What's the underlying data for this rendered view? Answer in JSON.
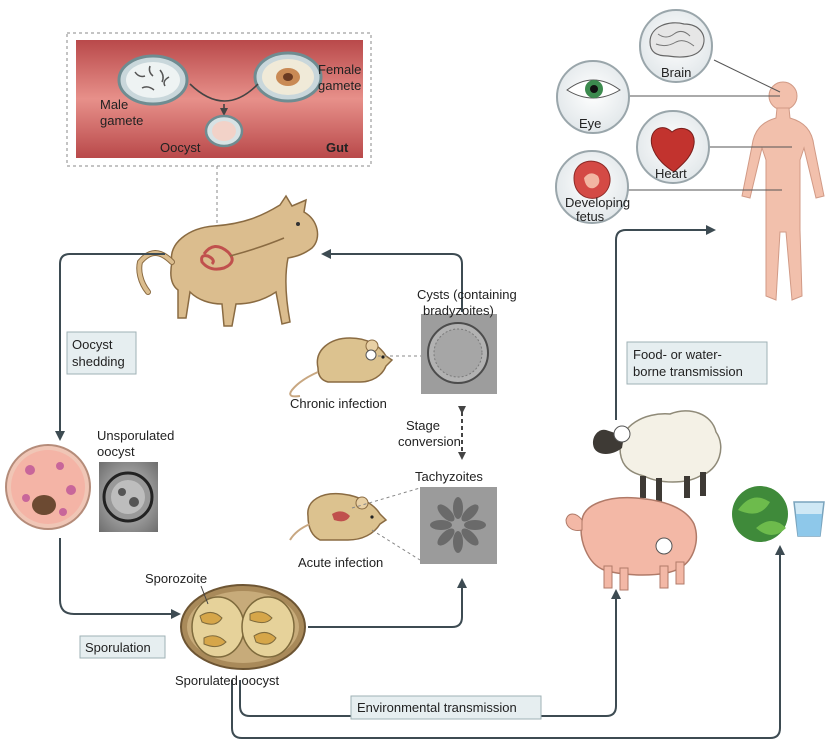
{
  "gut_panel": {
    "male_gamete": [
      "Male",
      "gamete"
    ],
    "female_gamete": [
      "Female",
      "gamete"
    ],
    "oocyst": "Oocyst",
    "gut": "Gut"
  },
  "organs": {
    "brain": "Brain",
    "eye": "Eye",
    "heart": "Heart",
    "fetus": [
      "Developing",
      "fetus"
    ]
  },
  "steps": {
    "oocyst_shedding": [
      "Oocyst",
      "shedding"
    ],
    "unsporulated_oocyst": [
      "Unsporulated",
      "oocyst"
    ],
    "sporulation": "Sporulation",
    "sporozoite": "Sporozoite",
    "sporulated_oocyst": "Sporulated oocyst",
    "environmental_transmission": "Environmental transmission",
    "food_water": [
      "Food- or water-",
      "borne transmission"
    ]
  },
  "intermediate": {
    "cysts": [
      "Cysts (containing",
      "bradyzoites)"
    ],
    "chronic_infection": "Chronic infection",
    "stage_conversion": [
      "Stage",
      "conversion"
    ],
    "tachyzoites": "Tachyzoites",
    "acute_infection": "Acute infection"
  },
  "colors": {
    "gut_fill": "#d96b67",
    "skin": "#f4c7b2",
    "cat": "#d9b98a",
    "arrow": "#3d4b52",
    "label_box": "#e6eef0"
  }
}
